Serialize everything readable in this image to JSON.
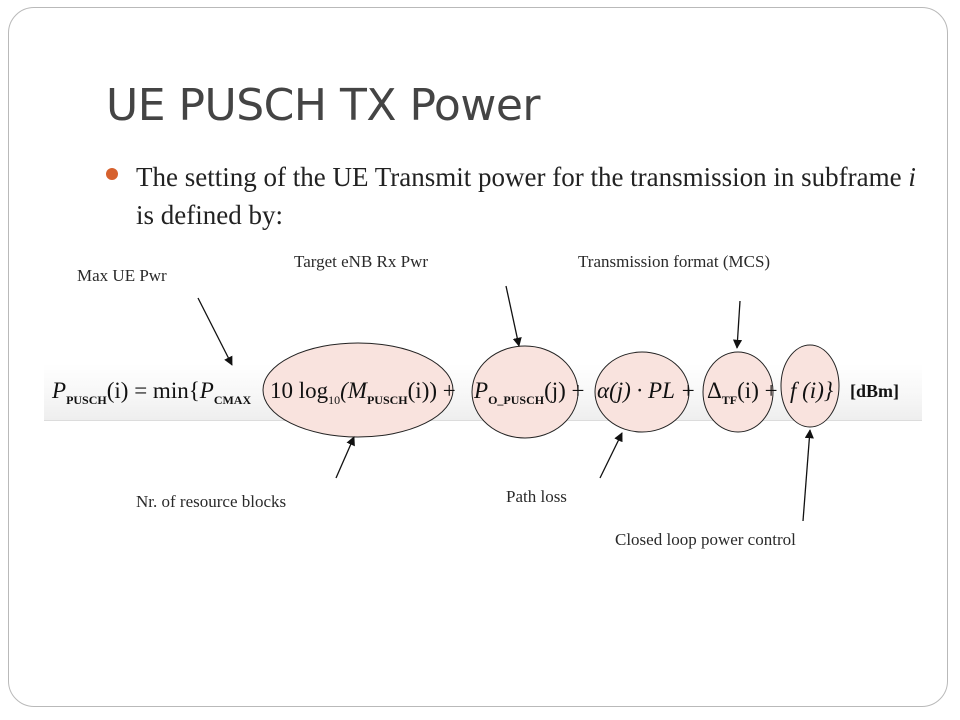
{
  "slide": {
    "title": "UE PUSCH TX Power",
    "bullet": {
      "text_before": "The setting of the UE Transmit power for the transmission in subframe ",
      "italic_var": "i",
      "text_after": " is defined by:"
    }
  },
  "formula": {
    "lhs_symbol": "P",
    "lhs_subscript": "PUSCH",
    "arg_i": "(i)",
    "equals_min": " = min{",
    "pcmax_symbol": "P",
    "pcmax_subscript": "CMAX",
    "ten_log": "10 log",
    "log_base": "10",
    "m_open": "(M",
    "m_subscript": "PUSCH",
    "m_close": "(i)) +",
    "po_symbol": "P",
    "po_subscript": "O_PUSCH",
    "po_arg": "(j) +",
    "alpha_term": "α(j) · PL +",
    "delta_symbol": "Δ",
    "delta_subscript": "TF",
    "delta_arg": "(i) +",
    "f_term": "f (i)}",
    "unit": "[dBm]"
  },
  "annotations": {
    "max_ue_pwr": "Max UE Pwr",
    "target_enb_rx_pwr": "Target eNB Rx Pwr",
    "transmission_format": "Transmission format (MCS)",
    "nr_resource_blocks": "Nr. of resource blocks",
    "path_loss": "Path loss",
    "closed_loop": "Closed loop power control"
  },
  "colors": {
    "highlight_fill": "#f9e3de",
    "bullet": "#d6612e",
    "title": "#444444"
  }
}
